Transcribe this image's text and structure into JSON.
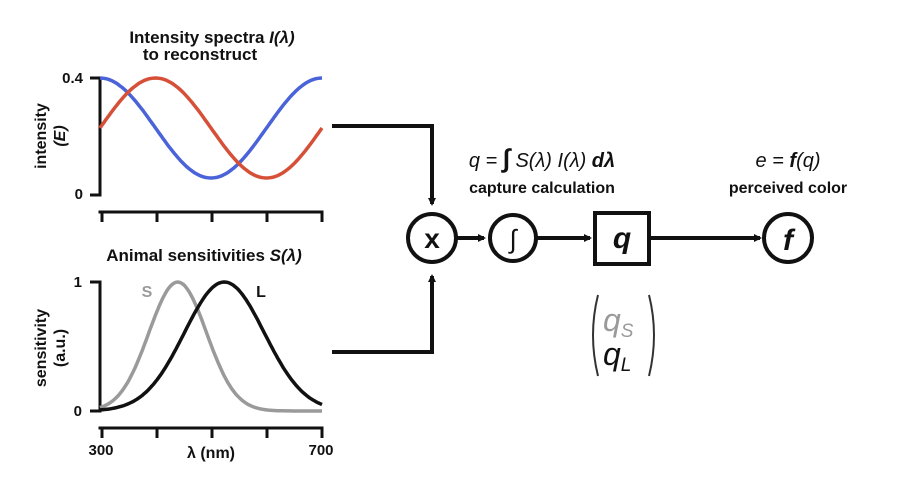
{
  "top_panel": {
    "title_line1_prefix": "Intensity spectra ",
    "title_line1_symbol": "I(λ)",
    "title_line2": "to reconstruct",
    "ylabel_line1": "intensity",
    "ylabel_line2": "(E)",
    "ytick_max": "0.4",
    "ytick_min": "0",
    "colors": {
      "blue": "#4a63d8",
      "red": "#d65038"
    }
  },
  "bottom_panel": {
    "title_prefix": "Animal sensitivities ",
    "title_symbol": "S(λ)",
    "ylabel_line1": "sensitivity",
    "ylabel_line2": "(a.u.)",
    "ytick_max": "1",
    "ytick_min": "0",
    "xtick_min": "300",
    "xtick_max": "700",
    "xlabel": "λ (nm)",
    "curve_s_label": "S",
    "curve_l_label": "L",
    "colors": {
      "s": "#9a9a9a",
      "l": "#111111"
    }
  },
  "flow": {
    "multiply_symbol": "x",
    "integral_symbol": "∫",
    "capture_formula": {
      "lhs": "q = ",
      "integral": "∫",
      "body": " S(λ) I(λ) ",
      "dlambda": "dλ"
    },
    "capture_label": "capture calculation",
    "q_box": "q",
    "vector": {
      "top_base": "q",
      "top_sub": "S",
      "bottom_base": "q",
      "bottom_sub": "L"
    },
    "perceived_formula": {
      "lhs": "e = ",
      "f": "f",
      "arg": "(q)"
    },
    "perceived_label": "perceived color",
    "f_symbol": "f",
    "colors": {
      "vector_s": "#9a9a9a",
      "vector_l": "#111111"
    }
  }
}
